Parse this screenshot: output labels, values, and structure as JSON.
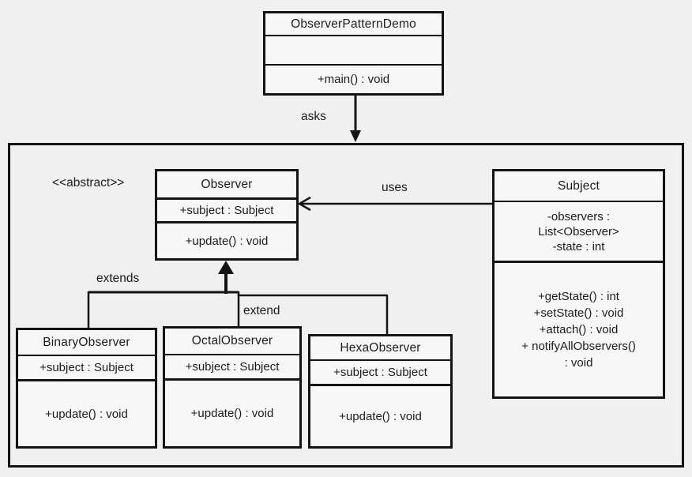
{
  "labels": {
    "abstract_stereotype": "<<abstract>>",
    "asks": "asks",
    "uses": "uses",
    "extends": "extends",
    "extend": "extend"
  },
  "classes": {
    "demo": {
      "name": "ObserverPatternDemo",
      "attributes": [],
      "methods": [
        "+main() : void"
      ]
    },
    "observer": {
      "name": "Observer",
      "attributes": [
        "+subject : Subject"
      ],
      "methods": [
        "+update() : void"
      ]
    },
    "subject": {
      "name": "Subject",
      "attributes": [
        "-observers :",
        "List<Observer>",
        "-state : int"
      ],
      "methods": [
        "+getState() : int",
        "+setState() : void",
        "+attach() : void",
        "+ notifyAllObservers()",
        ": void"
      ]
    },
    "binary": {
      "name": "BinaryObserver",
      "attributes": [
        "+subject : Subject"
      ],
      "methods": [
        "+update() : void"
      ]
    },
    "octal": {
      "name": "OctalObserver",
      "attributes": [
        "+subject : Subject"
      ],
      "methods": [
        "+update() : void"
      ]
    },
    "hexa": {
      "name": "HexaObserver",
      "attributes": [
        "+subject : Subject"
      ],
      "methods": [
        "+update() : void"
      ]
    }
  },
  "colors": {
    "line": "#141414",
    "background": "#f0f0f0",
    "box_fill": "#f7f7f7"
  }
}
